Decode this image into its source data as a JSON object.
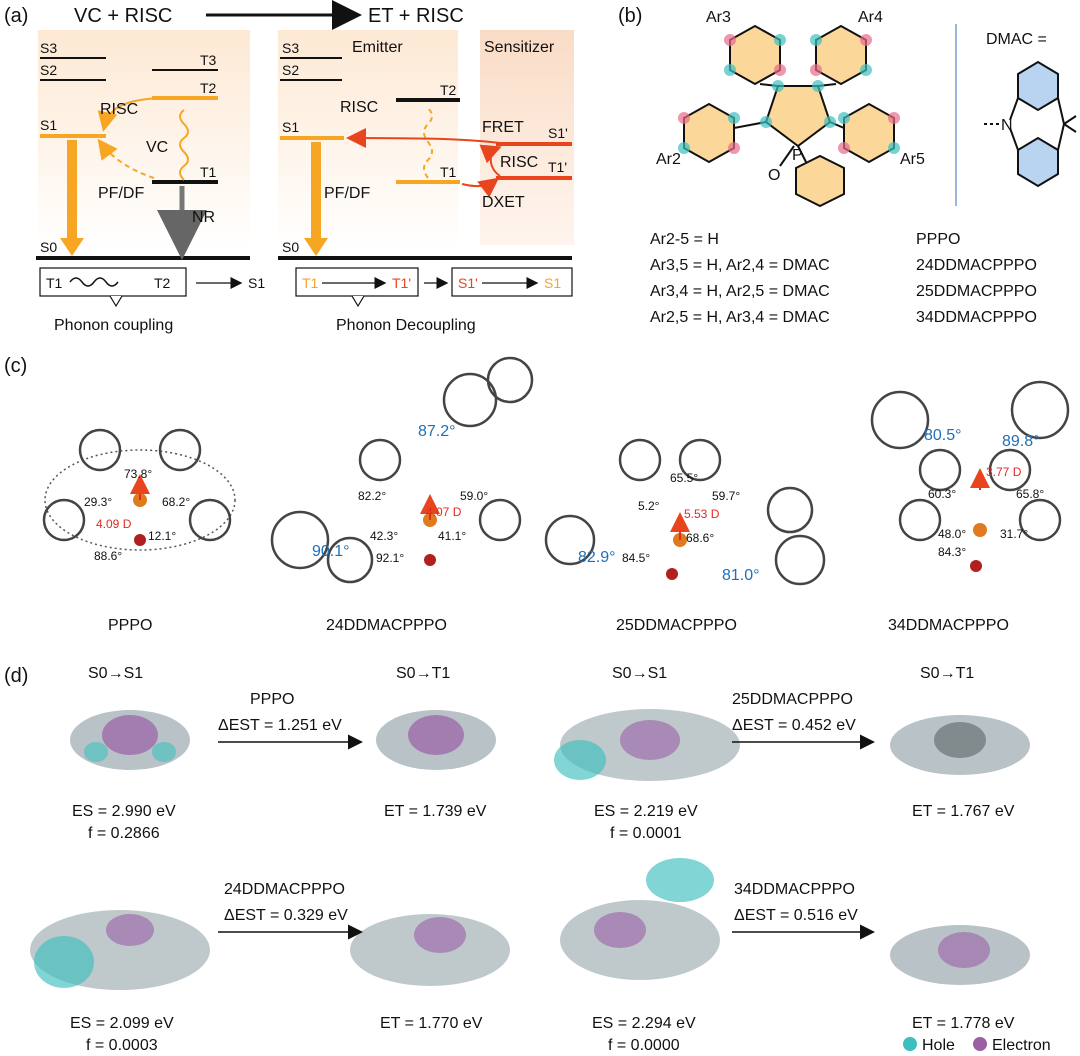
{
  "figure": {
    "panel_labels": [
      "(a)",
      "(b)",
      "(c)",
      "(d)"
    ],
    "a": {
      "left_title": "VC + RISC",
      "right_title": "ET + RISC",
      "left_levels": [
        "S3",
        "S2",
        "T3",
        "T2",
        "S1",
        "T1",
        "S0"
      ],
      "left_labels": {
        "risc": "RISC",
        "vc": "VC",
        "pf_df": "PF/DF",
        "nr": "NR"
      },
      "right_levels": [
        "S3",
        "S2",
        "T2",
        "S1",
        "T1",
        "S0",
        "S1'",
        "T1'"
      ],
      "right_labels": {
        "emitter": "Emitter",
        "sensitizer": "Sensitizer",
        "risc": "RISC",
        "pf_df": "PF/DF",
        "fret": "FRET",
        "risc2": "RISC",
        "dxet": "DXET"
      },
      "left_box": [
        "T1",
        "T2",
        "S1"
      ],
      "right_box": [
        "T1",
        "T1'",
        "S1'",
        "S1"
      ],
      "left_caption": "Phonon coupling",
      "right_caption": "Phonon Decoupling",
      "colors": {
        "orange": "#f6a623",
        "red": "#e8451e",
        "panel_bg": "#fdf1e4",
        "sensitizer_bg": "#fbe6d6"
      }
    },
    "b": {
      "subst": [
        "Ar3",
        "Ar4",
        "Ar2",
        "Ar5"
      ],
      "atoms": [
        "P",
        "O",
        "N"
      ],
      "dmac_label": "DMAC =",
      "rows": [
        {
          "cond": "Ar2-5 = H",
          "name": "PPPO"
        },
        {
          "cond": "Ar3,5 = H, Ar2,4 = DMAC",
          "name": "24DDMACPPPO"
        },
        {
          "cond": "Ar3,4 = H, Ar2,5 = DMAC",
          "name": "25DDMACPPPO"
        },
        {
          "cond": "Ar2,5 = H, Ar3,4 = DMAC",
          "name": "34DDMACPPPO"
        }
      ]
    },
    "c": {
      "molecules": [
        {
          "name": "PPPO",
          "angles": [
            "73.8°",
            "29.3°",
            "68.2°",
            "12.1°",
            "88.6°"
          ],
          "dipole": "4.09 D"
        },
        {
          "name": "24DDMACPPPO",
          "angles": [
            "82.2°",
            "59.0°",
            "42.3°",
            "41.1°",
            "92.1°"
          ],
          "blue_angles": [
            "87.2°",
            "90.1°"
          ],
          "dipole": "4.07 D"
        },
        {
          "name": "25DDMACPPPO",
          "angles": [
            "65.5°",
            "5.2°",
            "59.7°",
            "68.6°",
            "84.5°"
          ],
          "blue_angles": [
            "82.9°",
            "81.0°"
          ],
          "dipole": "5.53 D"
        },
        {
          "name": "34DDMACPPPO",
          "angles": [
            "60.3°",
            "65.8°",
            "48.0°",
            "31.7°",
            "84.3°"
          ],
          "blue_angles": [
            "80.5°",
            "89.8°"
          ],
          "dipole": "3.77 D"
        }
      ]
    },
    "d": {
      "s0s1": "S0→S1",
      "s0t1": "S0→T1",
      "groups": [
        {
          "name": "PPPO",
          "dest": "ΔEST = 1.251 eV",
          "es": "ES = 2.990 eV",
          "f": "f = 0.2866",
          "et": "ET = 1.739 eV"
        },
        {
          "name": "25DDMACPPPO",
          "dest": "ΔEST = 0.452 eV",
          "es": "ES = 2.219 eV",
          "f": "f = 0.0001",
          "et": "ET = 1.767 eV"
        },
        {
          "name": "24DDMACPPPO",
          "dest": "ΔEST = 0.329 eV",
          "es": "ES = 2.099 eV",
          "f": "f = 0.0003",
          "et": "ET = 1.770 eV"
        },
        {
          "name": "34DDMACPPPO",
          "dest": "ΔEST = 0.516 eV",
          "es": "ES = 2.294 eV",
          "f": "f = 0.0000",
          "et": "ET = 1.778 eV"
        }
      ],
      "legend": [
        {
          "label": "Hole",
          "color": "#3dbfbf"
        },
        {
          "label": "Electron",
          "color": "#9b5fa6"
        }
      ]
    }
  }
}
